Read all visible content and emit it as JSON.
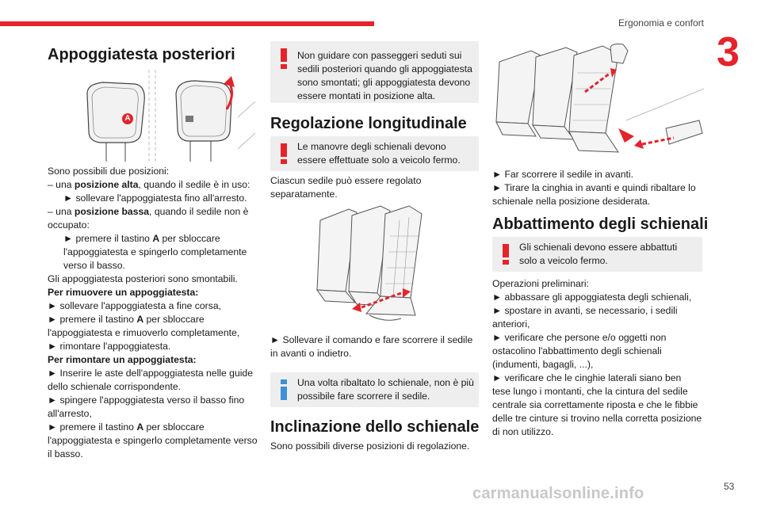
{
  "header": {
    "section": "Ergonomia e confort",
    "chapter": "3"
  },
  "col1": {
    "title": "Appoggiatesta posteriori",
    "callout_label": "A",
    "lines": [
      {
        "t": "Sono possibili due posizioni:"
      },
      {
        "t": "– una ",
        "b": "posizione alta",
        "a": ", quando il sedile è in uso:"
      },
      {
        "t": "► sollevare l'appoggiatesta fino all'arresto.",
        "ind": true
      },
      {
        "t": "– una ",
        "b": "posizione bassa",
        "a": ", quando il sedile non è"
      },
      {
        "t": "occupato:"
      },
      {
        "t": "► premere il tastino ",
        "b": "A",
        "a": " per sbloccare",
        "ind": true
      },
      {
        "t": "l'appoggiatesta e spingerlo completamente",
        "ind": true
      },
      {
        "t": "verso il basso.",
        "ind": true
      },
      {
        "t": "Gli appoggiatesta posteriori sono smontabili."
      },
      {
        "b": "Per rimuovere un appoggiatesta:"
      },
      {
        "t": "► sollevare l'appoggiatesta a fine corsa,"
      },
      {
        "t": "► premere il tastino ",
        "b": "A",
        "a": " per sbloccare"
      },
      {
        "t": "l'appoggiatesta e rimuoverlo completamente,"
      },
      {
        "t": "► rimontare l'appoggiatesta."
      },
      {
        "b": "Per rimontare un appoggiatesta:"
      },
      {
        "t": "► Inserire le aste dell'appoggiatesta nelle guide"
      },
      {
        "t": "dello schienale corrispondente."
      },
      {
        "t": "► spingere l'appoggiatesta verso il basso fino"
      },
      {
        "t": "all'arresto,"
      },
      {
        "t": "► premere il tastino ",
        "b": "A",
        "a": " per sbloccare"
      },
      {
        "t": "l'appoggiatesta e spingerlo completamente verso"
      },
      {
        "t": "il basso."
      }
    ]
  },
  "col2": {
    "warn1": [
      "Non guidare con passeggeri seduti sui",
      "sedili posteriori quando gli appoggiatesta",
      "sono smontati; gli appoggiatesta devono",
      "essere montati in posizione alta."
    ],
    "title2": "Regolazione longitudinale",
    "warn2": [
      "Le manovre degli schienali devono",
      "essere effettuate solo a veicolo fermo."
    ],
    "p1": [
      "Ciascun sedile può essere regolato",
      "separatamente."
    ],
    "p2": [
      "► Sollevare il comando e fare scorrere il sedile",
      "in avanti o indietro."
    ],
    "info1": [
      "Una volta ribaltato lo schienale, non è più",
      "possibile fare scorrere il sedile."
    ],
    "title3": "Inclinazione dello schienale",
    "p3": [
      "Sono possibili diverse posizioni di regolazione."
    ]
  },
  "col3": {
    "p1": [
      "► Far scorrere il sedile in avanti.",
      "► Tirare la cinghia in avanti e quindi ribaltare lo",
      "schienale nella posizione desiderata."
    ],
    "title4": "Abbattimento degli schienali",
    "warn3": [
      "Gli schienali devono essere abbattuti",
      "solo a veicolo fermo."
    ],
    "p2": [
      "Operazioni preliminari:",
      "► abbassare gli appoggiatesta degli schienali,",
      "► spostare in avanti, se necessario, i sedili",
      "anteriori,",
      "► verificare che persone e/o oggetti non",
      "ostacolino l'abbattimento degli schienali",
      "(indumenti, bagagli, ...),",
      "► verificare che le cinghie laterali siano ben",
      "tese lungo i montanti, che la cintura del sedile",
      "centrale sia correttamente riposta e che le fibbie",
      "delle tre cinture si trovino nella corretta posizione",
      "di non utilizzo."
    ]
  },
  "footer": {
    "page": "53",
    "watermark": "carmanualsonline.info"
  },
  "colors": {
    "accent": "#e4232b",
    "info": "#3d8fd6",
    "box_bg": "#eeeeee"
  }
}
